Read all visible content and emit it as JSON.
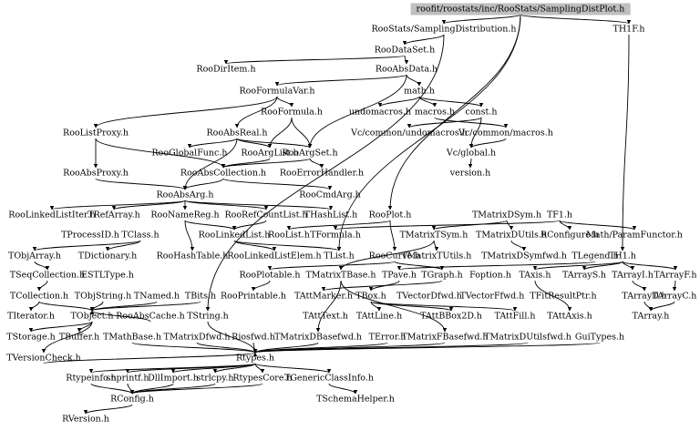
{
  "graph": {
    "root": "roofit/roostats/inc/RooStats/SamplingDistPlot.h",
    "nodes": [
      {
        "id": "root",
        "label": "roofit/roostats/inc/RooStats/SamplingDistPlot.h"
      },
      {
        "id": "sampdist",
        "label": "RooStats/SamplingDistribution.h"
      },
      {
        "id": "th1f",
        "label": "TH1F.h"
      },
      {
        "id": "roodataset",
        "label": "RooDataSet.h"
      },
      {
        "id": "roodiritem",
        "label": "RooDirItem.h"
      },
      {
        "id": "rooabsdata",
        "label": "RooAbsData.h"
      },
      {
        "id": "rooformulavar",
        "label": "RooFormulaVar.h"
      },
      {
        "id": "math",
        "label": "math.h"
      },
      {
        "id": "rooformula",
        "label": "RooFormula.h"
      },
      {
        "id": "undomacros",
        "label": "undomacros.h"
      },
      {
        "id": "macros",
        "label": "macros.h"
      },
      {
        "id": "const",
        "label": "const.h"
      },
      {
        "id": "roolistproxy",
        "label": "RooListProxy.h"
      },
      {
        "id": "rooabsreal",
        "label": "RooAbsReal.h"
      },
      {
        "id": "vccundo",
        "label": "Vc/common/undomacros.h"
      },
      {
        "id": "vccmacros",
        "label": "Vc/common/macros.h"
      },
      {
        "id": "rooglobalfunc",
        "label": "RooGlobalFunc.h"
      },
      {
        "id": "rooarglist",
        "label": "RooArgList.h"
      },
      {
        "id": "rooargset",
        "label": "RooArgSet.h"
      },
      {
        "id": "vcglobal",
        "label": "Vc/global.h"
      },
      {
        "id": "rooabsproxy",
        "label": "RooAbsProxy.h"
      },
      {
        "id": "rooabscoll",
        "label": "RooAbsCollection.h"
      },
      {
        "id": "rooerrhandler",
        "label": "RooErrorHandler.h"
      },
      {
        "id": "version",
        "label": "version.h"
      },
      {
        "id": "rooabsarg",
        "label": "RooAbsArg.h"
      },
      {
        "id": "roocmdarg",
        "label": "RooCmdArg.h"
      },
      {
        "id": "roolinkedlistiter",
        "label": "RooLinkedListIter.h"
      },
      {
        "id": "trefarray",
        "label": "TRefArray.h"
      },
      {
        "id": "roonamereg",
        "label": "RooNameReg.h"
      },
      {
        "id": "roorefcountlist",
        "label": "RooRefCountList.h"
      },
      {
        "id": "thashlist",
        "label": "THashList.h"
      },
      {
        "id": "rooplot",
        "label": "RooPlot.h"
      },
      {
        "id": "tmatrixdsym",
        "label": "TMatrixDSym.h"
      },
      {
        "id": "tf1",
        "label": "TF1.h"
      },
      {
        "id": "tprocessid",
        "label": "TProcessID.h"
      },
      {
        "id": "tclass",
        "label": "TClass.h"
      },
      {
        "id": "roolinkedlist",
        "label": "RooLinkedList.h"
      },
      {
        "id": "roolist",
        "label": "RooList.h"
      },
      {
        "id": "tformula",
        "label": "TFormula.h"
      },
      {
        "id": "tmatrixtsym",
        "label": "TMatrixTSym.h"
      },
      {
        "id": "tmatrixdutils",
        "label": "TMatrixDUtils.h"
      },
      {
        "id": "rconfigure",
        "label": "RConfigure.h"
      },
      {
        "id": "mathparamfunctor",
        "label": "Math/ParamFunctor.h"
      },
      {
        "id": "tobjarray",
        "label": "TObjArray.h"
      },
      {
        "id": "tdictionary",
        "label": "TDictionary.h"
      },
      {
        "id": "roohashtable",
        "label": "RooHashTable.h"
      },
      {
        "id": "roolinkedlistelem",
        "label": "RooLinkedListElem.h"
      },
      {
        "id": "tlist",
        "label": "TList.h"
      },
      {
        "id": "roocurve",
        "label": "RooCurve.h"
      },
      {
        "id": "tmatrixtutils",
        "label": "TMatrixTUtils.h"
      },
      {
        "id": "tmatrixdsymfwd",
        "label": "TMatrixDSymfwd.h"
      },
      {
        "id": "tlegend",
        "label": "TLegend.h"
      },
      {
        "id": "th1",
        "label": "TH1.h"
      },
      {
        "id": "tseqcollection",
        "label": "TSeqCollection.h"
      },
      {
        "id": "estltype",
        "label": "ESTLType.h"
      },
      {
        "id": "rooplotable",
        "label": "RooPlotable.h"
      },
      {
        "id": "tmatrixtbase",
        "label": "TMatrixTBase.h"
      },
      {
        "id": "tpave",
        "label": "TPave.h"
      },
      {
        "id": "tgraph",
        "label": "TGraph.h"
      },
      {
        "id": "foption",
        "label": "Foption.h"
      },
      {
        "id": "taxis",
        "label": "TAxis.h"
      },
      {
        "id": "tarrays",
        "label": "TArrayS.h"
      },
      {
        "id": "tarrayi",
        "label": "TArrayI.h"
      },
      {
        "id": "tarrayf",
        "label": "TArrayF.h"
      },
      {
        "id": "tcollection",
        "label": "TCollection.h"
      },
      {
        "id": "tobjstring",
        "label": "TObjString.h"
      },
      {
        "id": "tnamed",
        "label": "TNamed.h"
      },
      {
        "id": "tbits",
        "label": "TBits.h"
      },
      {
        "id": "rooprintable",
        "label": "RooPrintable.h"
      },
      {
        "id": "tattmarker",
        "label": "TAttMarker.h"
      },
      {
        "id": "tbox",
        "label": "TBox.h"
      },
      {
        "id": "tvectordfwd",
        "label": "TVectorDfwd.h"
      },
      {
        "id": "tvectorffwd",
        "label": "TVectorFfwd.h"
      },
      {
        "id": "tfitresultptr",
        "label": "TFitResultPtr.h"
      },
      {
        "id": "tarrayd",
        "label": "TArrayD.h"
      },
      {
        "id": "tarrayc",
        "label": "TArrayC.h"
      },
      {
        "id": "titerator",
        "label": "TIterator.h"
      },
      {
        "id": "tobject",
        "label": "TObject.h"
      },
      {
        "id": "rooabscache",
        "label": "RooAbsCache.h"
      },
      {
        "id": "tstring",
        "label": "TString.h"
      },
      {
        "id": "tatttext",
        "label": "TAttText.h"
      },
      {
        "id": "tattline",
        "label": "TAttLine.h"
      },
      {
        "id": "tattbbox2d",
        "label": "TAttBBox2D.h"
      },
      {
        "id": "tattfill",
        "label": "TAttFill.h"
      },
      {
        "id": "tattaxis",
        "label": "TAttAxis.h"
      },
      {
        "id": "tarray",
        "label": "TArray.h"
      },
      {
        "id": "tstorage",
        "label": "TStorage.h"
      },
      {
        "id": "tbuffer",
        "label": "TBuffer.h"
      },
      {
        "id": "tmathbase",
        "label": "TMathBase.h"
      },
      {
        "id": "tmatrixdfwd",
        "label": "TMatrixDfwd.h"
      },
      {
        "id": "riosfwd",
        "label": "Riosfwd.h"
      },
      {
        "id": "tmatrixdbasefwd",
        "label": "TMatrixDBasefwd.h"
      },
      {
        "id": "terror",
        "label": "TError.h"
      },
      {
        "id": "tmatrixfbasefwd",
        "label": "TMatrixFBasefwd.h"
      },
      {
        "id": "tmatrixdutilsfwd",
        "label": "TMatrixDUtilsfwd.h"
      },
      {
        "id": "guitypes",
        "label": "GuiTypes.h"
      },
      {
        "id": "tversioncheck",
        "label": "TVersionCheck.h"
      },
      {
        "id": "rtypes",
        "label": "Rtypes.h"
      },
      {
        "id": "rtypeinfo",
        "label": "Rtypeinfo.h"
      },
      {
        "id": "snprintf",
        "label": "snprintf.h"
      },
      {
        "id": "dllimport",
        "label": "DllImport.h"
      },
      {
        "id": "strlcpy",
        "label": "strlcpy.h"
      },
      {
        "id": "rtypescore",
        "label": "RtypesCore.h"
      },
      {
        "id": "tgenericclassinfo",
        "label": "TGenericClassInfo.h"
      },
      {
        "id": "rconfig",
        "label": "RConfig.h"
      },
      {
        "id": "tschemahelper",
        "label": "TSchemaHelper.h"
      },
      {
        "id": "rversion",
        "label": "RVersion.h"
      }
    ],
    "edges": [
      [
        "root",
        "sampdist"
      ],
      [
        "root",
        "th1f"
      ],
      [
        "root",
        "rooplot"
      ],
      [
        "root",
        "tlist"
      ],
      [
        "sampdist",
        "roodataset"
      ],
      [
        "sampdist",
        "tstring"
      ],
      [
        "roodataset",
        "roodiritem"
      ],
      [
        "roodataset",
        "rooabsdata"
      ],
      [
        "rooabsdata",
        "rooformulavar"
      ],
      [
        "rooabsdata",
        "math"
      ],
      [
        "rooabsdata",
        "rooargset"
      ],
      [
        "math",
        "undomacros"
      ],
      [
        "math",
        "macros"
      ],
      [
        "math",
        "const"
      ],
      [
        "macros",
        "vccmacros"
      ],
      [
        "const",
        "vccundo"
      ],
      [
        "const",
        "vcglobal"
      ],
      [
        "vccmacros",
        "vcglobal"
      ],
      [
        "vcglobal",
        "version"
      ],
      [
        "rooformulavar",
        "rooformula"
      ],
      [
        "rooformulavar",
        "roolistproxy"
      ],
      [
        "rooformulavar",
        "rooabsreal"
      ],
      [
        "rooformula",
        "rooarglist"
      ],
      [
        "rooformula",
        "rooargset"
      ],
      [
        "rooabsreal",
        "rooglobalfunc"
      ],
      [
        "rooabsreal",
        "rooarglist"
      ],
      [
        "rooabsreal",
        "rooargset"
      ],
      [
        "rooabsreal",
        "rooabsarg"
      ],
      [
        "roolistproxy",
        "rooabsproxy"
      ],
      [
        "roolistproxy",
        "rooabscoll"
      ],
      [
        "rooarglist",
        "rooabscoll"
      ],
      [
        "rooargset",
        "rooabscoll"
      ],
      [
        "rooargset",
        "rooerrhandler"
      ],
      [
        "rooabsproxy",
        "rooabsarg"
      ],
      [
        "rooabscoll",
        "rooabsarg"
      ],
      [
        "rooabscoll",
        "roocmdarg"
      ],
      [
        "rooabsarg",
        "roolinkedlistiter"
      ],
      [
        "rooabsarg",
        "trefarray"
      ],
      [
        "rooabsarg",
        "roonamereg"
      ],
      [
        "rooabsarg",
        "roorefcountlist"
      ],
      [
        "rooabsarg",
        "thashlist"
      ],
      [
        "rooplot",
        "roocurve"
      ],
      [
        "rooplot",
        "roolist"
      ],
      [
        "roonamereg",
        "roolinkedlist"
      ],
      [
        "roonamereg",
        "roohashtable"
      ],
      [
        "roorefcountlist",
        "roolinkedlist"
      ],
      [
        "roolinkedlist",
        "roolinkedlistelem"
      ],
      [
        "roolinkedlist",
        "tlist"
      ],
      [
        "th1f",
        "th1"
      ],
      [
        "tmatrixdsym",
        "tmatrixtsym"
      ],
      [
        "tmatrixdsym",
        "tmatrixdutils"
      ],
      [
        "tf1",
        "rconfigure"
      ],
      [
        "tf1",
        "mathparamfunctor"
      ],
      [
        "tf1",
        "tformula"
      ],
      [
        "tclass",
        "tdictionary"
      ],
      [
        "tclass",
        "tobjarray"
      ],
      [
        "tobjarray",
        "tseqcollection"
      ],
      [
        "tseqcollection",
        "tcollection"
      ],
      [
        "tcollection",
        "titerator"
      ],
      [
        "tcollection",
        "tobject"
      ],
      [
        "tmatrixtsym",
        "tmatrixtbase"
      ],
      [
        "tmatrixtsym",
        "tmatrixtutils"
      ],
      [
        "tmatrixdutils",
        "tmatrixdsymfwd"
      ],
      [
        "th1",
        "tarrays"
      ],
      [
        "th1",
        "tarrayi"
      ],
      [
        "th1",
        "tarrayf"
      ],
      [
        "th1",
        "taxis"
      ],
      [
        "tlegend",
        "tpave"
      ],
      [
        "roocurve",
        "tgraph"
      ],
      [
        "roocurve",
        "rooplotable"
      ],
      [
        "rooplotable",
        "rooprintable"
      ],
      [
        "tpave",
        "tbox"
      ],
      [
        "tgraph",
        "tattmarker"
      ],
      [
        "taxis",
        "tattaxis"
      ],
      [
        "tarrayi",
        "tarrayd"
      ],
      [
        "tarrayf",
        "tarrayc"
      ],
      [
        "tarrayd",
        "tarray"
      ],
      [
        "tarrayc",
        "tarray"
      ],
      [
        "tobjstring",
        "tobject"
      ],
      [
        "tnamed",
        "tobject"
      ],
      [
        "tbits",
        "tobject"
      ],
      [
        "tbox",
        "tattline"
      ],
      [
        "tbox",
        "tattfill"
      ],
      [
        "tbox",
        "tattbbox2d"
      ],
      [
        "tmatrixtbase",
        "tmatrixdbasefwd"
      ],
      [
        "tmatrixtbase",
        "tmatrixfbasefwd"
      ],
      [
        "tobject",
        "tstorage"
      ],
      [
        "tobject",
        "tbuffer"
      ],
      [
        "tobject",
        "tversioncheck"
      ],
      [
        "rooabscache",
        "tobject"
      ],
      [
        "tmathbase",
        "rtypes"
      ],
      [
        "tmatrixdfwd",
        "rtypes"
      ],
      [
        "riosfwd",
        "rtypes"
      ],
      [
        "tmatrixdbasefwd",
        "rtypes"
      ],
      [
        "terror",
        "rtypes"
      ],
      [
        "tmatrixfbasefwd",
        "rtypes"
      ],
      [
        "tmatrixdutilsfwd",
        "rtypes"
      ],
      [
        "guitypes",
        "rtypes"
      ],
      [
        "tversioncheck",
        "rtypes"
      ],
      [
        "tstring",
        "rtypes"
      ],
      [
        "rtypes",
        "rtypeinfo"
      ],
      [
        "rtypes",
        "snprintf"
      ],
      [
        "rtypes",
        "dllimport"
      ],
      [
        "rtypes",
        "strlcpy"
      ],
      [
        "rtypes",
        "rtypescore"
      ],
      [
        "rtypes",
        "tgenericclassinfo"
      ],
      [
        "rtypeinfo",
        "rconfig"
      ],
      [
        "snprintf",
        "rconfig"
      ],
      [
        "dllimport",
        "rconfig"
      ],
      [
        "strlcpy",
        "rconfig"
      ],
      [
        "rtypescore",
        "rconfig"
      ],
      [
        "tgenericclassinfo",
        "tschemahelper"
      ],
      [
        "rconfig",
        "rversion"
      ]
    ]
  }
}
